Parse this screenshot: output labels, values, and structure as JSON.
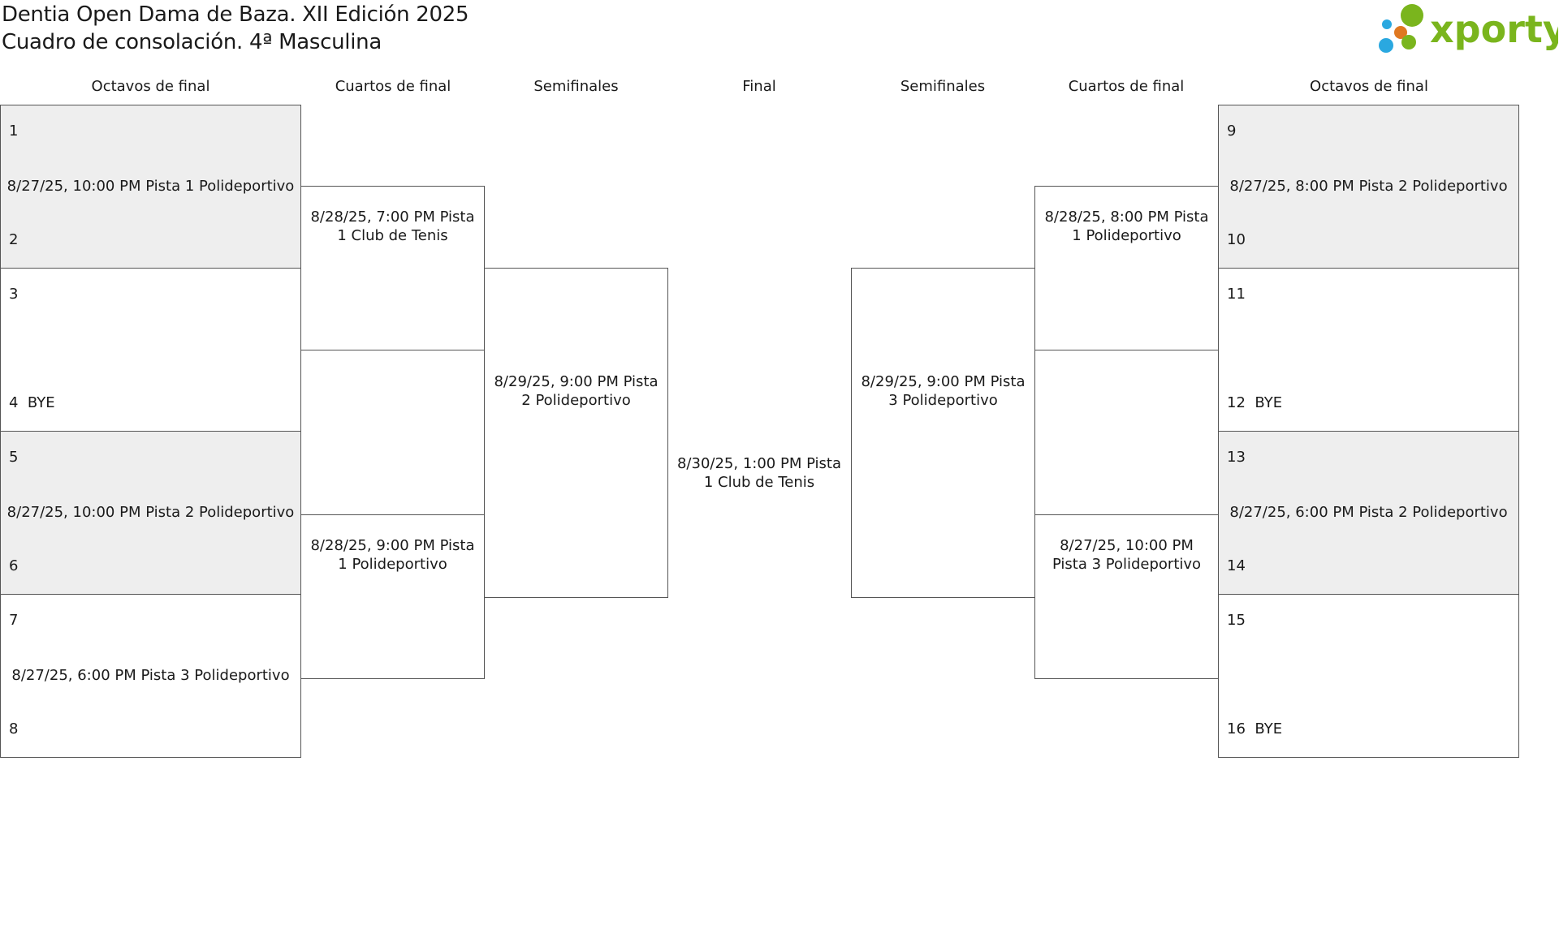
{
  "title": {
    "line1": "Dentia Open Dama de Baza. XII Edición 2025",
    "line2": "Cuadro de consolación. 4ª Masculina"
  },
  "logo": {
    "text": "xporty",
    "dot_colors": [
      "#2aa8e0",
      "#7ab51d",
      "#e07820",
      "#7ab51d"
    ],
    "text_color": "#7ab51d"
  },
  "rounds": {
    "left": [
      "Octavos de final",
      "Cuartos de final",
      "Semifinales"
    ],
    "final": "Final",
    "right": [
      "Semifinales",
      "Cuartos de final",
      "Octavos de final"
    ]
  },
  "left_r16": [
    {
      "a": "1",
      "b": "2",
      "info": "8/27/25, 10:00 PM Pista 1 Polideportivo"
    },
    {
      "a": "3",
      "b": "4  BYE",
      "info": ""
    },
    {
      "a": "5",
      "b": "6",
      "info": "8/27/25, 10:00 PM Pista 2 Polideportivo"
    },
    {
      "a": "7",
      "b": "8",
      "info": "8/27/25, 6:00 PM Pista 3 Polideportivo"
    }
  ],
  "right_r16": [
    {
      "a": "9",
      "b": "10",
      "info": "8/27/25, 8:00 PM Pista 2 Polideportivo"
    },
    {
      "a": "11",
      "b": "12  BYE",
      "info": ""
    },
    {
      "a": "13",
      "b": "14",
      "info": "8/27/25, 6:00 PM Pista 2 Polideportivo"
    },
    {
      "a": "15",
      "b": "16  BYE",
      "info": ""
    }
  ],
  "left_qf": [
    "8/28/25, 7:00 PM Pista 1 Club de Tenis",
    "8/28/25, 9:00 PM Pista 1 Polideportivo"
  ],
  "right_qf": [
    "8/28/25, 8:00 PM Pista 1 Polideportivo",
    "8/27/25, 10:00 PM Pista 3 Polideportivo"
  ],
  "left_sf": "8/29/25, 9:00 PM Pista 2 Polideportivo",
  "right_sf": "8/29/25, 9:00 PM Pista 3 Polideportivo",
  "final": "8/30/25, 1:00 PM Pista 1 Club de Tenis"
}
